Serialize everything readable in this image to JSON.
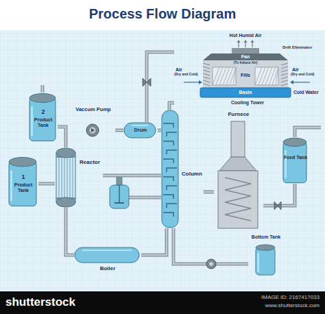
{
  "diagram": {
    "title": "Process Flow Diagram",
    "nodes": [
      {
        "text": [
          "2",
          "Product Tank"
        ]
      },
      {
        "text": [
          "1",
          "Product Tank"
        ]
      },
      {
        "text": [
          "Reactor"
        ]
      },
      {
        "text": [
          "Vaccum Pump"
        ]
      },
      {
        "text": [
          "Drum"
        ]
      },
      {
        "text": [
          "Cooling Tower"
        ]
      },
      {
        "text": [
          "Column"
        ]
      },
      {
        "text": [
          "Furnece"
        ]
      },
      {
        "text": [
          "Feed Tank"
        ]
      },
      {
        "text": [
          "Boiler"
        ]
      },
      {
        "text": [
          "Bottom Tank"
        ]
      }
    ],
    "edges": [
      {
        "from": 2,
        "to": 0,
        "arrow": "none"
      },
      {
        "from": 1,
        "to": 2,
        "arrow": "none"
      },
      {
        "from": 3,
        "to": 4,
        "arrow": "none"
      },
      {
        "from": 4,
        "to": 5,
        "arrow": "none"
      },
      {
        "from": 4,
        "to": 6,
        "arrow": "none"
      },
      {
        "from": 6,
        "to": 5,
        "arrow": "none"
      },
      {
        "from": 6,
        "to": 2,
        "arrow": "none"
      },
      {
        "from": 7,
        "to": 6,
        "arrow": "none"
      },
      {
        "from": 8,
        "to": 7,
        "arrow": "none"
      },
      {
        "from": 6,
        "to": 9,
        "arrow": "none"
      },
      {
        "from": 6,
        "to": 10,
        "arrow": "none"
      },
      {
        "from": 9,
        "to": 2,
        "arrow": "none"
      }
    ],
    "labels": [
      "Hot Humid Air",
      "Drift Eliminator",
      "Fan",
      "(To Induce Air)",
      "Air",
      "(Dry and Cold)",
      "Air",
      "(Dry and Cold)",
      "Fills",
      "Basin",
      "Cold Water",
      "shutterstock",
      "IMAGE ID: 2167417033",
      "www.shutterstock.com"
    ]
  }
}
